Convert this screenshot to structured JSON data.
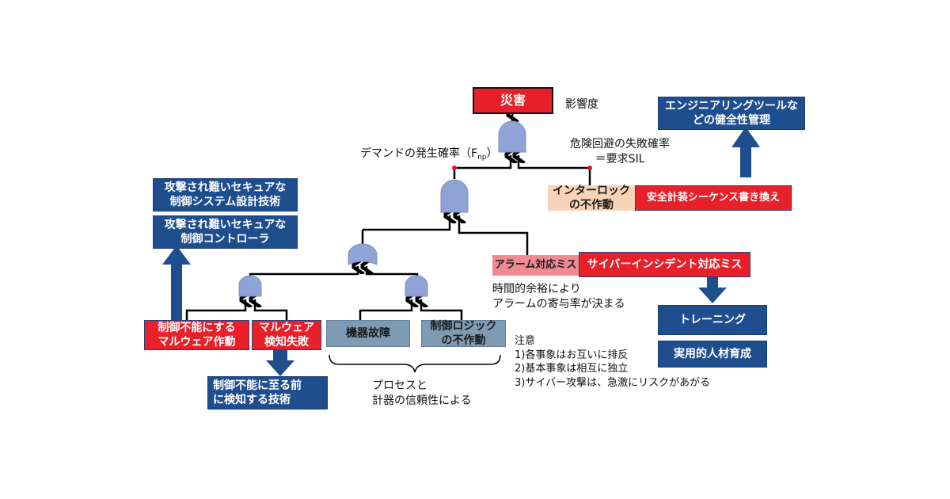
{
  "top_event": {
    "label": "災害",
    "note": "影響度"
  },
  "labels": {
    "demand_probability": "デマンドの発生確率（F",
    "demand_probability_sub": "np",
    "demand_probability_close": "）",
    "avoidance_failure": "危険回避の失敗確率\n＝要求SIL",
    "time_margin": "時間的余裕により\nアラームの寄与率が決まる",
    "process_reliability": "プロセスと\n計器の信頼性による",
    "notes": "注意\n1)各事象はお互いに排反\n2)基本事象は相互に独立\n3)サイバー攻撃は、急激にリスクがあがる"
  },
  "events": {
    "interlock_failure": "インターロック\nの不作動",
    "alarm_response_error": "アラーム対応ミス",
    "equipment_failure": "機器故障",
    "control_logic_failure": "制御ロジック\nの不作動",
    "malware_disabling": "制御不能にする\nマルウェア作動",
    "malware_detection_failure": "マルウェア\n検知失敗"
  },
  "cyber_threats": {
    "safety_sequence_rewrite": "安全計装シーケンス書き換え",
    "cyber_incident_response_error": "サイバーインシデント対応ミス"
  },
  "countermeasures": {
    "engineering_tool_integrity": "エンジニアリングツールな\nどの健全性管理",
    "secure_system_design": "攻撃され難いセキュアな\n制御システム設計技術",
    "secure_controller": "攻撃され難いセキュアな\n制御コントローラ",
    "early_detection": "制御不能に至る前\nに検知する技術",
    "training": "トレーニング",
    "practical_hr_development": "実用的人材育成"
  },
  "colors": {
    "countermeasure_blue": "#1f4e8f",
    "threat_red": "#e8202a",
    "gate_fill": "#8fa3d6",
    "basic_event_steel": "#7f9bb3",
    "alarm_pink": "#ef8a93",
    "interlock_peach": "#f8d3b8",
    "junction_dot": "#e0141e"
  }
}
